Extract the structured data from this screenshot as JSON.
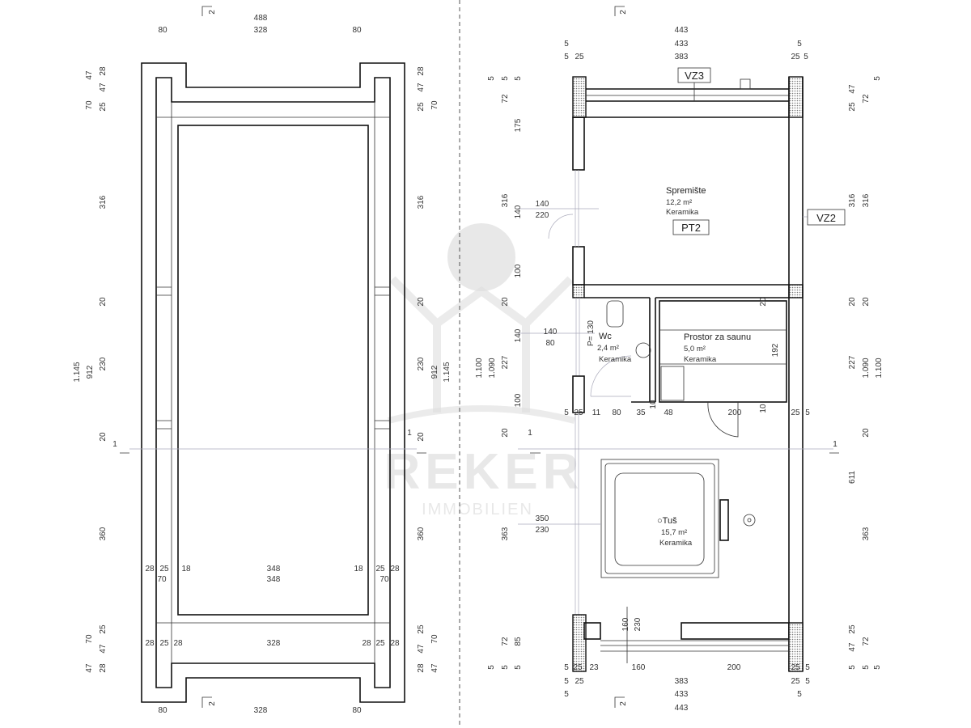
{
  "watermark": {
    "brand": "REKER",
    "sub": "IMMOBILIEN"
  },
  "rooms": {
    "storage": {
      "name": "Spremište",
      "area": "12,2 m²",
      "floor": "Keramika",
      "tag": "PT2"
    },
    "wc": {
      "name": "Wc",
      "area": "2,4 m²",
      "floor": "Keramika"
    },
    "sauna": {
      "name": "Prostor za saunu",
      "area": "5,0 m²",
      "floor": "Keramika"
    },
    "shower": {
      "name": "○Tuš",
      "area": "15,7 m²",
      "floor": "Keramika"
    }
  },
  "tags": {
    "vz3": "VZ3",
    "vz2": "VZ2"
  },
  "left_dims": [
    "2",
    "488",
    "80",
    "328",
    "80",
    "47",
    "70",
    "28",
    "47",
    "25",
    "316",
    "20",
    "230",
    "20",
    "360",
    "25",
    "47",
    "28",
    "70",
    "47",
    "1.145",
    "912",
    "28",
    "47",
    "25",
    "70",
    "316",
    "20",
    "230",
    "20",
    "360",
    "25",
    "47",
    "28",
    "70",
    "47",
    "912",
    "1.145",
    "28",
    "25",
    "18",
    "348",
    "18",
    "25",
    "28",
    "70",
    "348",
    "70",
    "28",
    "25",
    "28",
    "328",
    "28",
    "25",
    "28",
    "80",
    "328",
    "80",
    "2",
    "1",
    "1"
  ],
  "right_dims": [
    "2",
    "443",
    "5",
    "433",
    "5",
    "5",
    "25",
    "383",
    "25",
    "5",
    "5",
    "5",
    "5",
    "72",
    "175",
    "316",
    "140",
    "100",
    "20",
    "140",
    "1.100",
    "1.090",
    "227",
    "100",
    "20",
    "363",
    "72",
    "85",
    "5",
    "5",
    "5",
    "5",
    "47",
    "25",
    "72",
    "316",
    "316",
    "20",
    "20",
    "227",
    "1.090",
    "1.100",
    "20",
    "611",
    "363",
    "25",
    "47",
    "72",
    "5",
    "5",
    "5",
    "140",
    "220",
    "140",
    "80",
    "P= 130",
    "350",
    "230",
    "160",
    "230",
    "20",
    "192",
    "10",
    "10",
    "5",
    "25",
    "11",
    "80",
    "35",
    "48",
    "200",
    "25",
    "5",
    "5",
    "25",
    "23",
    "160",
    "200",
    "25",
    "5",
    "5",
    "25",
    "383",
    "25",
    "5",
    "5",
    "433",
    "5",
    "443",
    "2",
    "1",
    "1"
  ]
}
